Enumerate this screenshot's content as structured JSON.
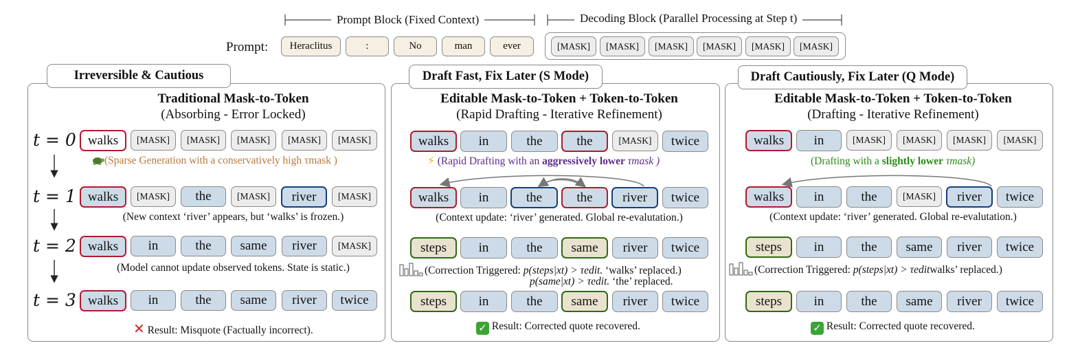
{
  "header": {
    "prompt_block_label": "Prompt Block (Fixed Context)",
    "decoding_block_label": "Decoding Block (Parallel Processing at Step t)",
    "prompt_label": "Prompt:",
    "prompt_tokens": [
      "Heraclitus",
      ":",
      "No",
      "man",
      "ever"
    ],
    "decoding_tokens": [
      "[MASK]",
      "[MASK]",
      "[MASK]",
      "[MASK]",
      "[MASK]",
      "[MASK]"
    ]
  },
  "step_labels": [
    "t = 0",
    "t = 1",
    "t = 2",
    "t = 3"
  ],
  "panel1": {
    "tab": "Irreversible & Cautious",
    "title": "Traditional Mask-to-Token",
    "subtitle": "(Absorbing - Error Locked)",
    "rows": [
      [
        "walks",
        "[MASK]",
        "[MASK]",
        "[MASK]",
        "[MASK]",
        "[MASK]"
      ],
      [
        "walks",
        "[MASK]",
        "the",
        "[MASK]",
        "river",
        "[MASK]"
      ],
      [
        "walks",
        "in",
        "the",
        "same",
        "river",
        "[MASK]"
      ],
      [
        "walks",
        "in",
        "the",
        "same",
        "river",
        "twice"
      ]
    ],
    "caption0": "(Sparse Generation with a conservatively high τmask )",
    "caption1": "(New context ‘river’ appears, but ‘walks’ is frozen.)",
    "caption2": "(Model cannot update observed tokens. State is static.)",
    "result": "Result: Misquote (Factually incorrect)."
  },
  "panel2": {
    "tab": "Draft Fast, Fix Later (S Mode)",
    "title": "Editable Mask-to-Token + Token-to-Token",
    "subtitle": "(Rapid Drafting - Iterative Refinement)",
    "rows": [
      [
        "walks",
        "in",
        "the",
        "the",
        "[MASK]",
        "twice"
      ],
      [
        "walks",
        "in",
        "the",
        "the",
        "river",
        "twice"
      ],
      [
        "steps",
        "in",
        "the",
        "same",
        "river",
        "twice"
      ],
      [
        "steps",
        "in",
        "the",
        "same",
        "river",
        "twice"
      ]
    ],
    "caption0_pre": "(Rapid Drafting with an ",
    "caption0_bold": "aggressively lower",
    "caption0_post": "τmask )",
    "caption1": "(Context update: ‘river’ generated. Global re-evalutation.)",
    "caption2_pre": "(Correction Triggered: ",
    "caption2_math": "p(steps|xt) > τedit.",
    "caption2_post": " ‘walks’ replaced.)",
    "caption3_math": "p(same|xt) > τedit.",
    "caption3_post": " ‘the’ replaced.",
    "result": "Result: Corrected quote recovered."
  },
  "panel3": {
    "tab": "Draft Cautiously, Fix Later (Q Mode)",
    "title": "Editable Mask-to-Token + Token-to-Token",
    "subtitle": "(Drafting - Iterative Refinement)",
    "rows": [
      [
        "walks",
        "in",
        "[MASK]",
        "[MASK]",
        "[MASK]",
        "[MASK]"
      ],
      [
        "walks",
        "in",
        "the",
        "[MASK]",
        "river",
        "twice"
      ],
      [
        "steps",
        "in",
        "the",
        "same",
        "river",
        "twice"
      ],
      [
        "steps",
        "in",
        "the",
        "same",
        "river",
        "twice"
      ]
    ],
    "caption0_pre": "(Drafting with a ",
    "caption0_bold": "slightly lower",
    "caption0_post": "τmask)",
    "caption1": "(Context update: ‘river’ generated. Global re-evalutation.)",
    "caption2_pre": "(Correction Triggered: ",
    "caption2_math": "p(steps|xt) > τedit",
    "caption2_post": "walks’ replaced.)",
    "result": "Result: Corrected quote recovered."
  },
  "colors": {
    "token_blue": "#cddbe8",
    "mask_gray": "#ececec",
    "prompt_cream": "#f5efe4",
    "draft_red": "#b11a2c",
    "context_navy": "#13407a",
    "corrected_green": "#2f6a12",
    "caption_orange": "#b8793a",
    "caption_purple": "#5a2d8c",
    "caption_green": "#2d8a1a"
  },
  "icons": {
    "panel1_caption0": "turtle-icon",
    "panel2_caption0": "lightning-icon",
    "panel2_caption2": "bar-chart-icon",
    "panel3_caption2": "bar-chart-icon",
    "panel1_result": "red-cross-icon",
    "panel2_result": "green-check-icon",
    "panel3_result": "green-check-icon"
  }
}
